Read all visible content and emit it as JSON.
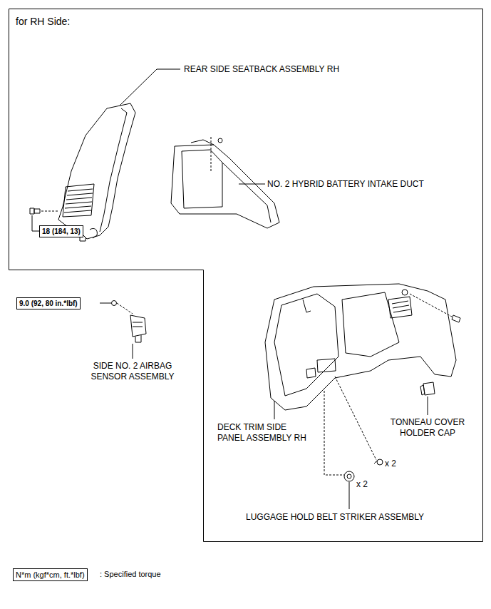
{
  "diagram": {
    "nodes": [
      {
        "text": [
          "for RH Side:"
        ]
      },
      {
        "text": [
          "18 (184, 13)"
        ],
        "in": 0
      },
      {
        "text": [
          "9.0 (92, 80 in.*lbf)"
        ]
      },
      {
        "text": [
          "N*m (kgf*cm, ft.*lbf)"
        ]
      }
    ],
    "labels": [
      "REAR SIDE SEATBACK ASSEMBLY RH",
      "NO. 2 HYBRID BATTERY INTAKE DUCT",
      "SIDE NO. 2 AIRBAG SENSOR ASSEMBLY",
      "DECK TRIM SIDE PANEL ASSEMBLY RH",
      "TONNEAU COVER HOLDER CAP",
      "x 2",
      "x 2",
      "LUGGAGE HOLD BELT STRIKER ASSEMBLY",
      ": Specified torque"
    ]
  }
}
